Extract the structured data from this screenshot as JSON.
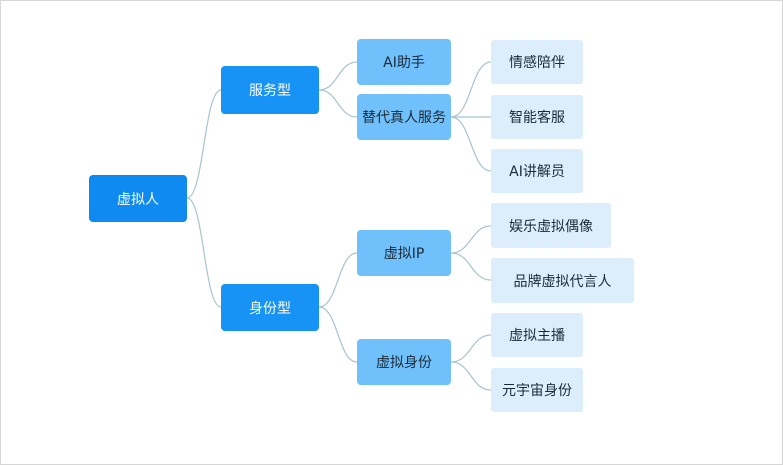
{
  "diagram": {
    "root": {
      "label": "虚拟人"
    },
    "branches": [
      {
        "label": "服务型",
        "children": [
          {
            "label": "AI助手",
            "children": []
          },
          {
            "label": "替代真人服务",
            "children": [
              {
                "label": "情感陪伴"
              },
              {
                "label": "智能客服"
              },
              {
                "label": "AI讲解员"
              }
            ]
          }
        ]
      },
      {
        "label": "身份型",
        "children": [
          {
            "label": "虚拟IP",
            "children": [
              {
                "label": "娱乐虚拟偶像"
              },
              {
                "label": "品牌虚拟代言人"
              }
            ]
          },
          {
            "label": "虚拟身份",
            "children": [
              {
                "label": "虚拟主播"
              },
              {
                "label": "元宇宙身份"
              }
            ]
          }
        ]
      }
    ],
    "colors": {
      "root": "#0f8af0",
      "level2": "#1693f5",
      "level3": "#6fc0fb",
      "level4": "#dcedfc",
      "connector": "#a8c4d0"
    }
  }
}
